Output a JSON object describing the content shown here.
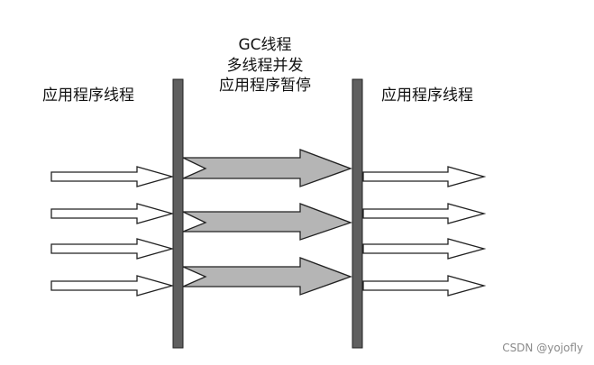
{
  "labels": {
    "left_phase": "应用程序线程",
    "gc_phase": [
      "GC线程",
      "多线程并发",
      "应用程序暂停"
    ],
    "right_phase": "应用程序线程"
  },
  "watermark": "CSDN @yojofly",
  "colors": {
    "barrier": "#5f5f5f",
    "gc_arrow_fill": "#b5b5b5",
    "outline": "#222222",
    "app_arrow_fill": "#ffffff"
  },
  "counts": {
    "app_threads_before": 4,
    "gc_threads": 3,
    "app_threads_after": 4
  }
}
